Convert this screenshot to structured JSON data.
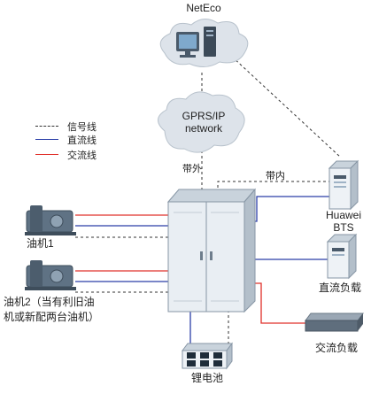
{
  "nodes": {
    "neteco": "NetEco",
    "gprs_network": "GPRS/IP\nnetwork",
    "huawei_bts": "Huawei\nBTS",
    "generator_1": "油机1",
    "generator_2": "油机2（当有利旧油\n机或新配两台油机）",
    "dc_load": "直流负载",
    "ac_load": "交流负载",
    "lithium_battery": "锂电池"
  },
  "link_labels": {
    "out_of_band": "带外",
    "in_band": "带内"
  },
  "legend": [
    {
      "label": "信号线",
      "style": "dashed",
      "color": "#333333"
    },
    {
      "label": "直流线",
      "style": "solid",
      "color": "#2b3fa8"
    },
    {
      "label": "交流线",
      "style": "solid",
      "color": "#e0302a"
    }
  ],
  "colors": {
    "signal": "#333333",
    "dc": "#2b3fa8",
    "ac": "#e0302a",
    "cloud": "#dde3ea",
    "cabinet": "#e9eef3"
  }
}
